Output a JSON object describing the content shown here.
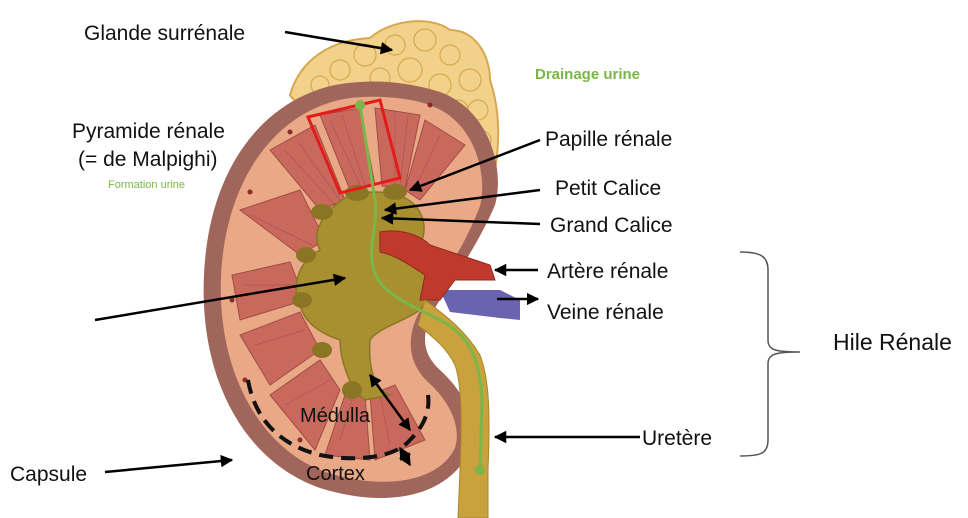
{
  "labels": {
    "glande": "Glande surrénale",
    "drainage": "Drainage urine",
    "pyramide_line1": "Pyramide rénale",
    "pyramide_line2": "(= de Malpighi)",
    "formation": "Formation urine",
    "papille": "Papille rénale",
    "petit_calice": "Petit Calice",
    "grand_calice": "Grand Calice",
    "artere": "Artère rénale",
    "veine": "Veine rénale",
    "hile": "Hile Rénale",
    "medulla": "Médulla",
    "cortex": "Cortex",
    "capsule": "Capsule",
    "uretere": "Uretère"
  },
  "colors": {
    "adrenal": "#f2d28a",
    "capsule": "#a0665c",
    "cortex": "#e9a886",
    "pyramid": "#c9695e",
    "pelvis": "#a89030",
    "artery": "#c0392b",
    "vein": "#6a64b0",
    "ureter": "#c9a23e",
    "drainage_path": "#7ab648",
    "highlight_box": "#e31b1b"
  }
}
